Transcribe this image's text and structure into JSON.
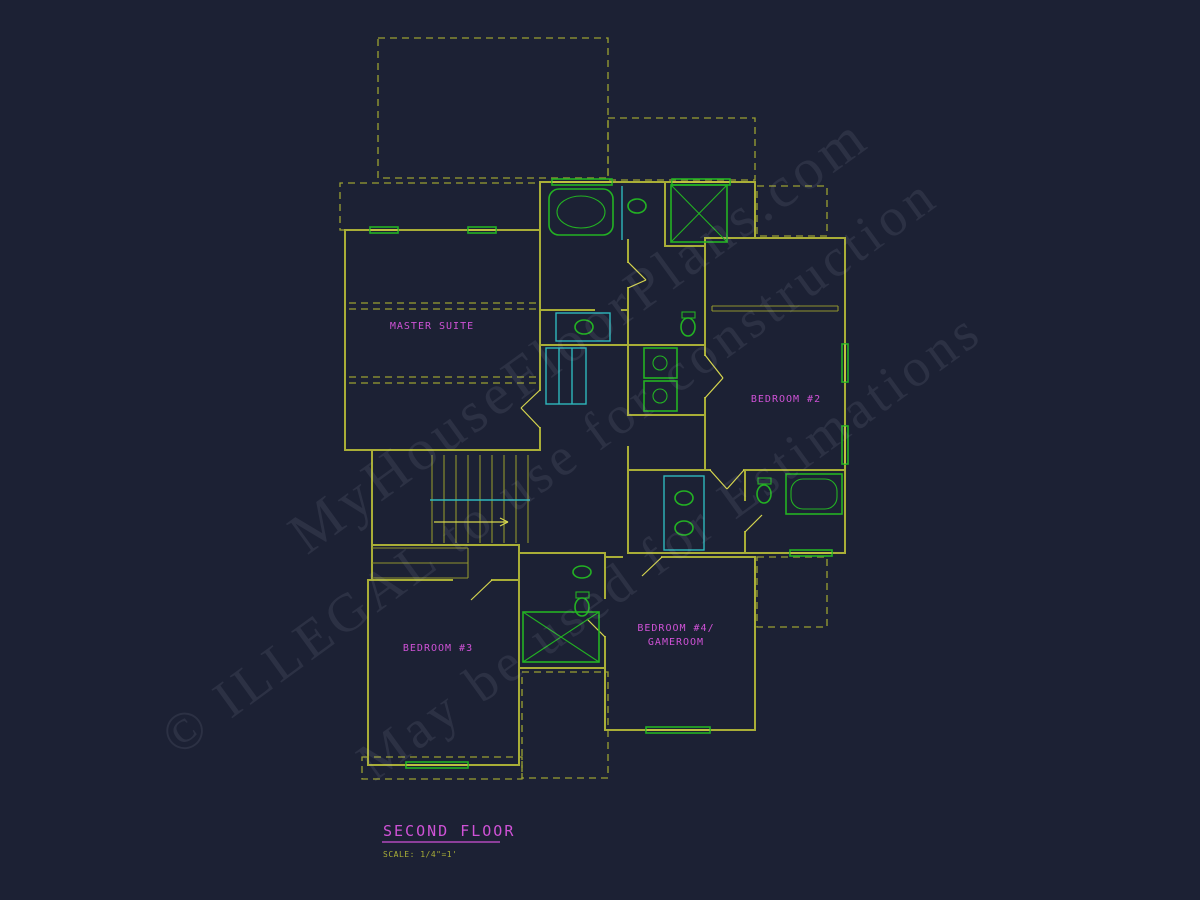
{
  "page": {
    "background": "#1c2134"
  },
  "colors": {
    "wall_olive": "#a9ae37",
    "wall_bright": "#d6d64e",
    "detail_cyan": "#2fb7bc",
    "fixture_green": "#23b223",
    "label_magenta": "#cf52d6",
    "watermark_gray": "#b9bdcf"
  },
  "labels": {
    "master_suite": "MASTER SUITE",
    "bedroom2": "BEDROOM #2",
    "bedroom3": "BEDROOM #3",
    "bedroom4_line1": "BEDROOM #4/",
    "bedroom4_line2": "GAMEROOM"
  },
  "title_block": {
    "title": "SECOND FLOOR",
    "scale": "SCALE: 1/4\"=1'"
  },
  "watermark": {
    "line1": "MyHouseFloorPlans.com",
    "line2": "© ILLEGAL to use for construction",
    "line3": "May be used for Estimations"
  }
}
